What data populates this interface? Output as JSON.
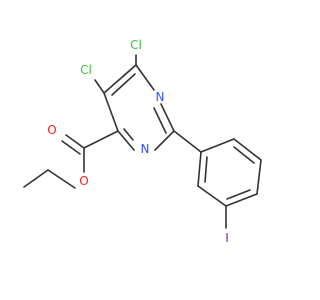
{
  "molecule": {
    "atoms": [
      {
        "id": "cl6",
        "label": "Cl",
        "color": "#3dbe3d"
      },
      {
        "id": "cl5",
        "label": "Cl",
        "color": "#3dbe3d"
      },
      {
        "id": "n1",
        "label": "N",
        "color": "#3050f8"
      },
      {
        "id": "n3",
        "label": "N",
        "color": "#3050f8"
      },
      {
        "id": "o_carbonyl",
        "label": "O",
        "color": "#ff2020"
      },
      {
        "id": "o_ester",
        "label": "O",
        "color": "#ff2020"
      },
      {
        "id": "iodine",
        "label": "I",
        "color": "#7b1fa2"
      }
    ],
    "bond_color": "#333333"
  }
}
